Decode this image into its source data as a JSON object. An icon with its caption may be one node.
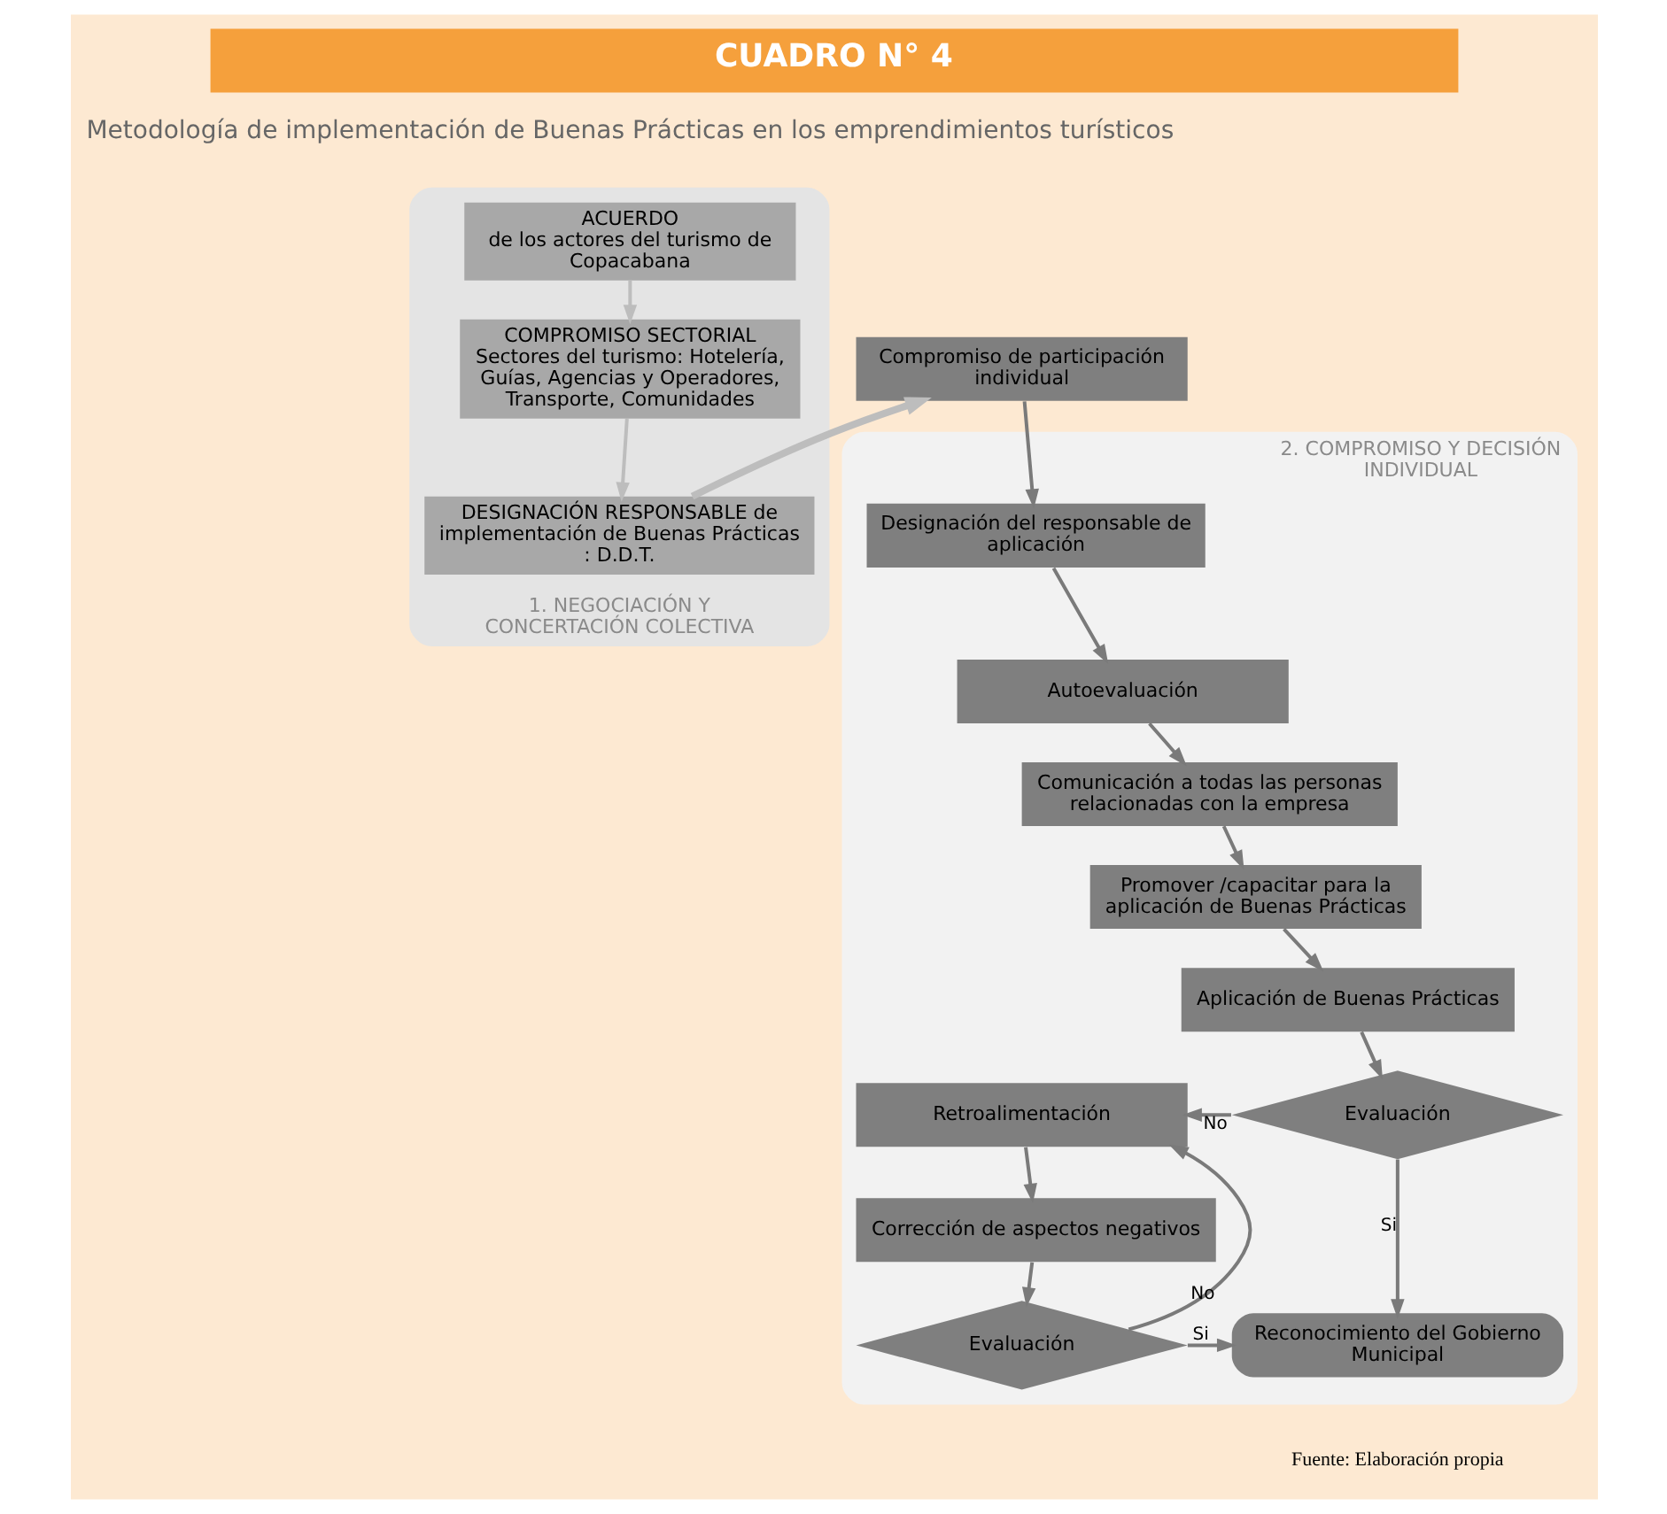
{
  "diagram": {
    "title": "CUADRO N° 4",
    "caption": "Fuente: Elaboración propia",
    "nodes": [
      {
        "text": [
          "1. NEGOCIACIÓN Y CONCERTACIÓN COLECTIVA"
        ]
      },
      {
        "text": [
          "ACUERDO",
          "de los actores del turismo de Copacabana"
        ],
        "in": 0
      },
      {
        "text": [
          "COMPROMISO SECTORIAL",
          "Sectores del turismo: Hotelería, Guías, Agencias y Operadores, Transporte, Comunidades"
        ],
        "in": 0
      },
      {
        "text": [
          "DESIGNACIÓN RESPONSABLE de implementación de Buenas Prácticas : D.D.T."
        ],
        "in": 0
      },
      {
        "text": [
          "Compromiso de participación individual"
        ]
      },
      {
        "text": [
          "2. COMPROMISO Y DECISIÓN INDIVIDUAL"
        ]
      },
      {
        "text": [
          "Designación del responsable de aplicación"
        ],
        "in": 5
      },
      {
        "text": [
          "Autoevaluación"
        ],
        "in": 5
      },
      {
        "text": [
          "Comunicación a todas las personas relacionadas con la empresa"
        ],
        "in": 5
      },
      {
        "text": [
          "Promover /capacitar para la aplicación de Buenas Prácticas"
        ],
        "in": 5
      },
      {
        "text": [
          "Aplicación de Buenas Prácticas"
        ],
        "in": 5
      },
      {
        "text": [
          "Evaluación"
        ],
        "in": 5
      },
      {
        "text": [
          "Retroalimentación"
        ],
        "in": 5
      },
      {
        "text": [
          "Corrección de aspectos negativos"
        ],
        "in": 5
      },
      {
        "text": [
          "Evaluación"
        ],
        "in": 5
      },
      {
        "text": [
          "Reconocimiento del Gobierno Municipal"
        ],
        "in": 5
      }
    ],
    "edges": [
      {
        "from": 1,
        "to": 2,
        "arrow": "to",
        "color": "#bdbdbd"
      },
      {
        "from": 2,
        "to": 3,
        "arrow": "to",
        "color": "#bdbdbd"
      },
      {
        "from": 3,
        "to": 4,
        "arrow": "to",
        "style": "thick",
        "color": "#bdbdbd"
      },
      {
        "from": 4,
        "to": 6,
        "arrow": "to"
      },
      {
        "from": 6,
        "to": 7,
        "arrow": "to"
      },
      {
        "from": 7,
        "to": 8,
        "arrow": "to"
      },
      {
        "from": 8,
        "to": 9,
        "arrow": "to"
      },
      {
        "from": 9,
        "to": 10,
        "arrow": "to"
      },
      {
        "from": 10,
        "to": 11,
        "arrow": "to"
      },
      {
        "from": 11,
        "to": 12,
        "arrow": "to",
        "label": "No"
      },
      {
        "from": 11,
        "to": 15,
        "arrow": "to",
        "label": "Si"
      },
      {
        "from": 12,
        "to": 13,
        "arrow": "to"
      },
      {
        "from": 13,
        "to": 14,
        "arrow": "to"
      },
      {
        "from": 14,
        "to": 15,
        "arrow": "to",
        "label": "Si"
      },
      {
        "from": 14,
        "to": 12,
        "arrow": "to",
        "label": "No"
      }
    ],
    "labels": [
      "Metodología de implementación de Buenas Prácticas en los emprendimientos turísticos"
    ]
  }
}
